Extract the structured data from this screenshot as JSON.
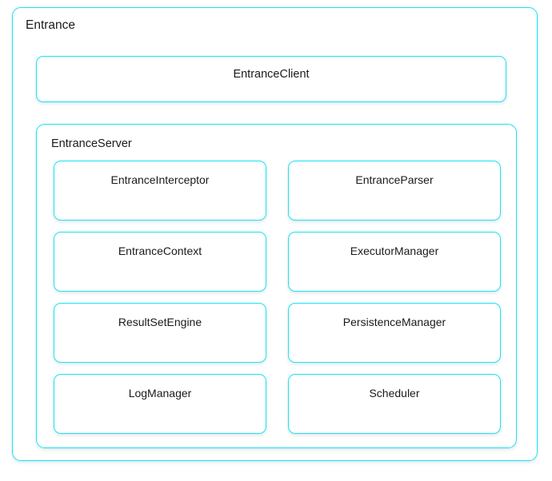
{
  "diagram": {
    "accent_color": "#18e3f7",
    "background_color": "#ffffff",
    "text_color": "#1a1a1a",
    "outer_group": {
      "title": "Entrance"
    },
    "client": {
      "label": "EntranceClient"
    },
    "server_group": {
      "title": "EntranceServer",
      "components": [
        {
          "label": "EntranceInterceptor",
          "column": "left",
          "row": 1
        },
        {
          "label": "EntranceParser",
          "column": "right",
          "row": 1
        },
        {
          "label": "EntranceContext",
          "column": "left",
          "row": 2
        },
        {
          "label": "ExecutorManager",
          "column": "right",
          "row": 2
        },
        {
          "label": "ResultSetEngine",
          "column": "left",
          "row": 3
        },
        {
          "label": "PersistenceManager",
          "column": "right",
          "row": 3
        },
        {
          "label": "LogManager",
          "column": "left",
          "row": 4
        },
        {
          "label": "Scheduler",
          "column": "right",
          "row": 4
        }
      ]
    }
  }
}
